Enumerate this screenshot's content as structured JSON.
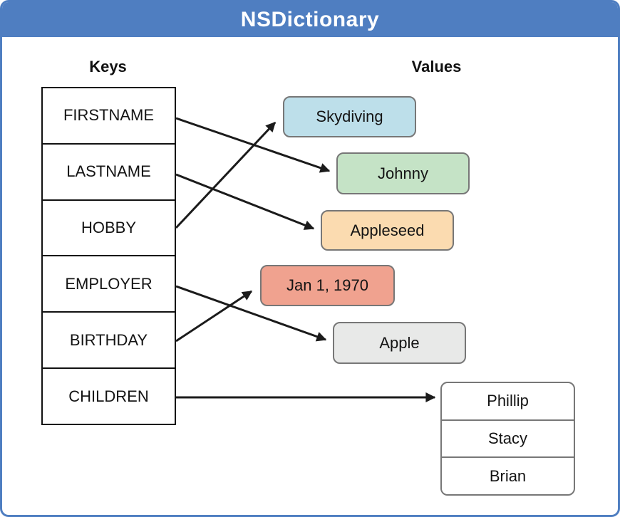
{
  "header": {
    "title": "NSDictionary"
  },
  "columns": {
    "keys_label": "Keys",
    "values_label": "Values"
  },
  "keys": [
    "FIRSTNAME",
    "LASTNAME",
    "HOBBY",
    "EMPLOYER",
    "BIRTHDAY",
    "CHILDREN"
  ],
  "values": {
    "skydiving": "Skydiving",
    "johnny": "Johnny",
    "appleseed": "Appleseed",
    "birthday": "Jan 1, 1970",
    "employer": "Apple",
    "children": [
      "Phillip",
      "Stacy",
      "Brian"
    ]
  },
  "colors": {
    "frame_blue": "#4F7EC1",
    "title_text": "#FFFFFF",
    "arrow_black": "#1B1B1B",
    "skydiving_fill": "#BDDFEA",
    "johnny_fill": "#C5E3C6",
    "appleseed_fill": "#FBDBB0",
    "birthday_fill": "#F0A28F",
    "employer_fill": "#E8E9E8",
    "children_fill": "#FFFFFF"
  },
  "connections": [
    {
      "key": "FIRSTNAME",
      "value": "Johnny"
    },
    {
      "key": "LASTNAME",
      "value": "Appleseed"
    },
    {
      "key": "HOBBY",
      "value": "Skydiving"
    },
    {
      "key": "EMPLOYER",
      "value": "Apple"
    },
    {
      "key": "BIRTHDAY",
      "value": "Jan 1, 1970"
    },
    {
      "key": "CHILDREN",
      "value": "Phillip, Stacy, Brian"
    }
  ]
}
